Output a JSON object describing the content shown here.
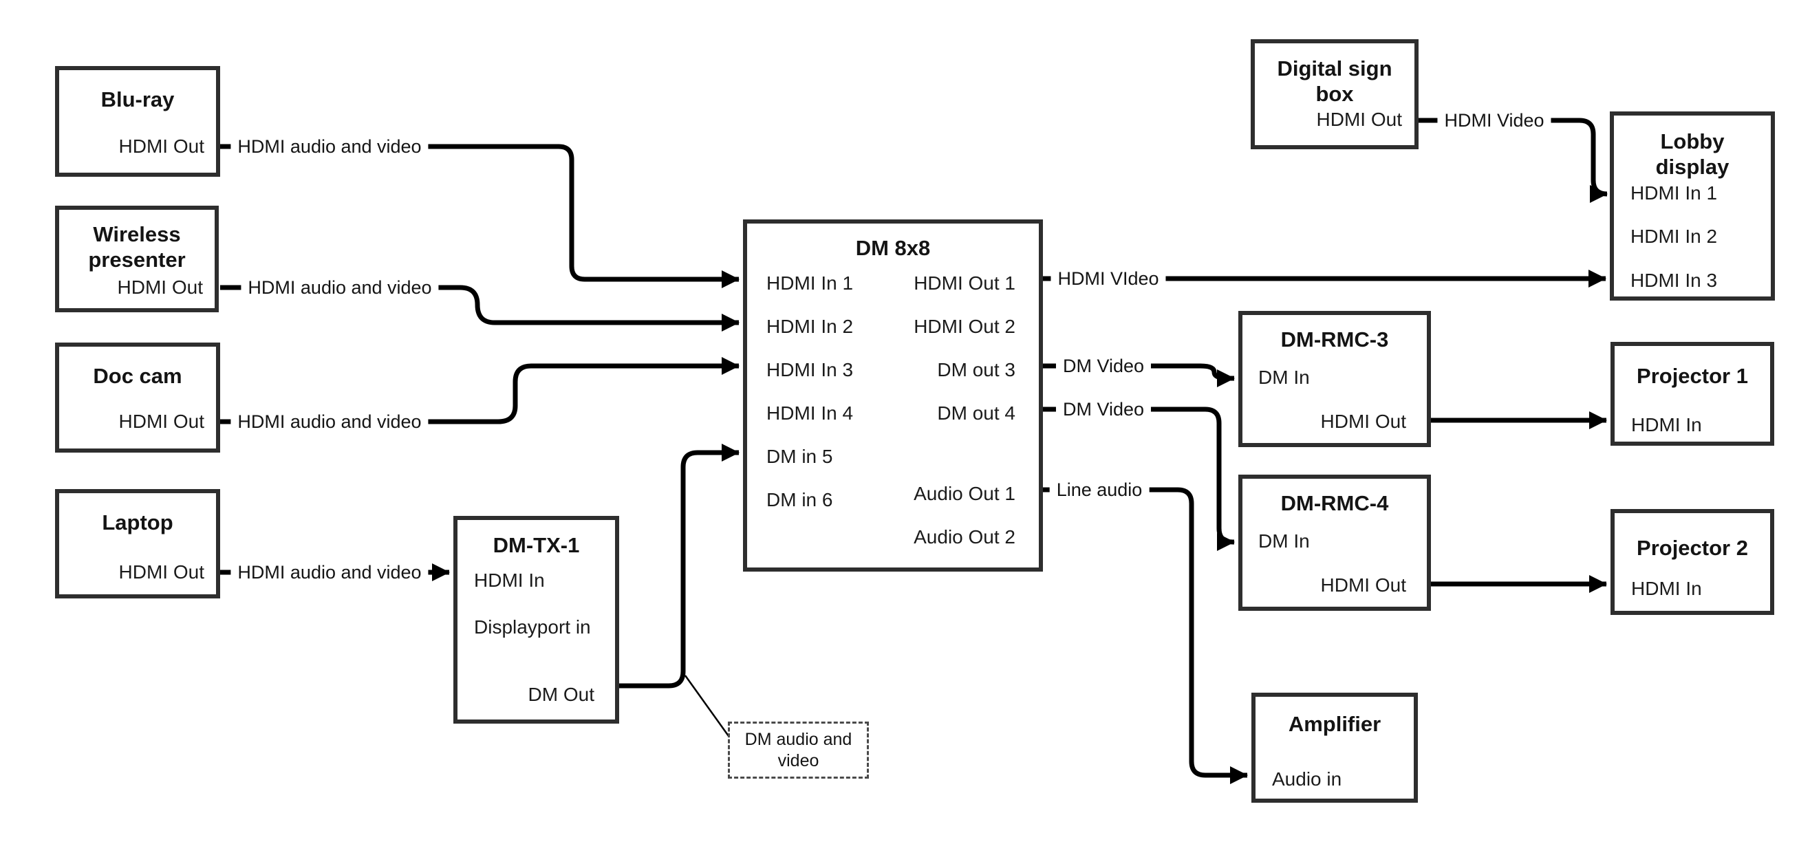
{
  "nodes": {
    "bluray": {
      "title": "Blu-ray",
      "ports": {
        "out": "HDMI Out"
      }
    },
    "wireless": {
      "title": "Wireless presenter",
      "ports": {
        "out": "HDMI Out"
      }
    },
    "doccam": {
      "title": "Doc cam",
      "ports": {
        "out": "HDMI Out"
      }
    },
    "laptop": {
      "title": "Laptop",
      "ports": {
        "out": "HDMI Out"
      }
    },
    "dmtx1": {
      "title": "DM-TX-1",
      "ports": {
        "hdmi_in": "HDMI In",
        "dp_in": "Displayport in",
        "dm_out": "DM Out"
      }
    },
    "dm8x8": {
      "title": "DM 8x8",
      "ports": {
        "in1": "HDMI In 1",
        "in2": "HDMI In 2",
        "in3": "HDMI In 3",
        "in4": "HDMI In 4",
        "in5": "DM in 5",
        "in6": "DM in 6",
        "out1": "HDMI Out 1",
        "out2": "HDMI Out 2",
        "out3": "DM out 3",
        "out4": "DM out 4",
        "aout1": "Audio Out 1",
        "aout2": "Audio Out 2"
      }
    },
    "digisign": {
      "title": "Digital sign box",
      "ports": {
        "out": "HDMI Out"
      }
    },
    "lobby": {
      "title": "Lobby display",
      "ports": {
        "in1": "HDMI In 1",
        "in2": "HDMI In 2",
        "in3": "HDMI In 3"
      }
    },
    "rmc3": {
      "title": "DM-RMC-3",
      "ports": {
        "dm_in": "DM In",
        "hdmi_out": "HDMI Out"
      }
    },
    "proj1": {
      "title": "Projector 1",
      "ports": {
        "in": "HDMI In"
      }
    },
    "rmc4": {
      "title": "DM-RMC-4",
      "ports": {
        "dm_in": "DM In",
        "hdmi_out": "HDMI Out"
      }
    },
    "proj2": {
      "title": "Projector 2",
      "ports": {
        "in": "HDMI In"
      }
    },
    "amp": {
      "title": "Amplifier",
      "ports": {
        "in": "Audio in"
      }
    }
  },
  "edge_labels": {
    "bluray_line": "HDMI audio and video",
    "wireless_line": "HDMI audio and video",
    "doccam_line": "HDMI audio and video",
    "laptop_line": "HDMI audio and video",
    "hdmi_out1_line": "HDMI VIdeo",
    "dm_out3_line": "DM Video",
    "dm_out4_line": "DM Video",
    "audio_out1_line": "Line audio",
    "digisign_line": "HDMI Video",
    "callout": "DM audio and video"
  },
  "colors": {
    "background": "#ffffff",
    "wire": "#000000",
    "box_border": "#2e2e2e",
    "text": "#141414"
  }
}
